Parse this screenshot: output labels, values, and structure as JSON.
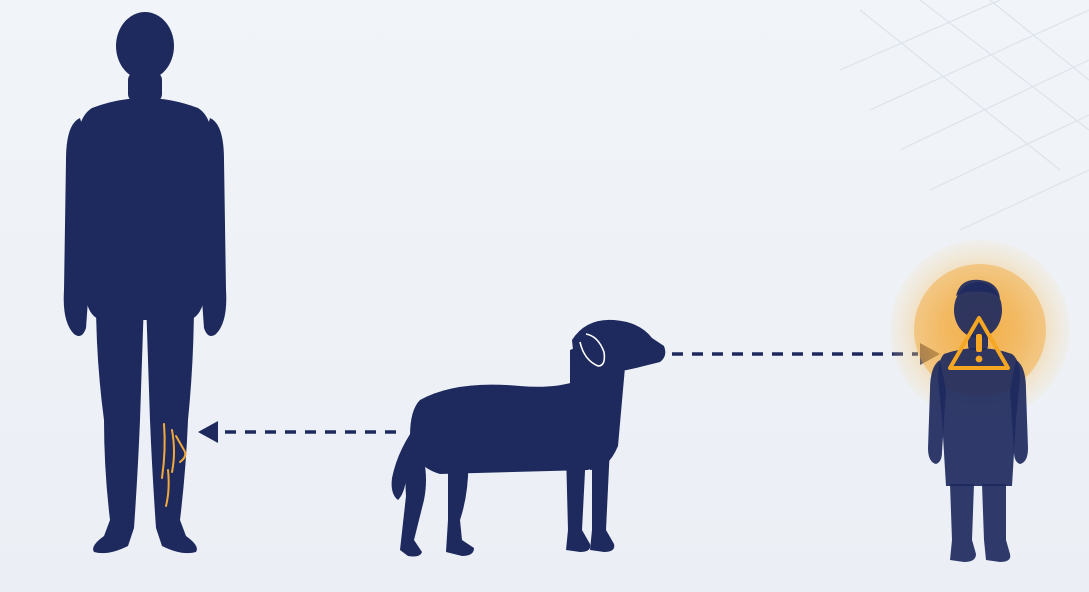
{
  "figures": [
    {
      "id": "adult",
      "icon": "adult-person-silhouette-icon"
    },
    {
      "id": "dog",
      "icon": "dog-silhouette-icon"
    },
    {
      "id": "child",
      "icon": "child-silhouette-icon"
    }
  ],
  "arrows": [
    {
      "from": "dog",
      "to": "adult",
      "style": "dashed"
    },
    {
      "from": "dog",
      "to": "child",
      "style": "dashed"
    }
  ],
  "highlights": {
    "adult_leg_marks": {
      "icon": "scratch-marks-icon"
    },
    "child_alert": {
      "icon": "warning-triangle-icon",
      "glow": "orange"
    }
  },
  "colors": {
    "background": "#eef2f7",
    "silhouette": "#1e2a5e",
    "accent": "#f2a93b",
    "glow": "#f5b54a",
    "arrow": "#1e2a5e"
  }
}
